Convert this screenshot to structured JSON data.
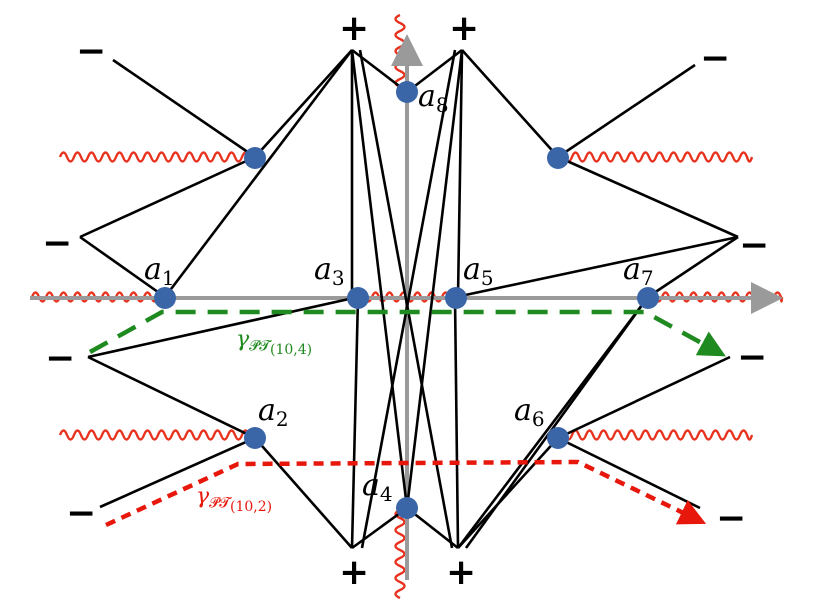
{
  "branch_points": [
    {
      "name": "a",
      "sub": "1"
    },
    {
      "name": "a",
      "sub": "2"
    },
    {
      "name": "a",
      "sub": "3"
    },
    {
      "name": "a",
      "sub": "4"
    },
    {
      "name": "a",
      "sub": "5"
    },
    {
      "name": "a",
      "sub": "6"
    },
    {
      "name": "a",
      "sub": "7"
    },
    {
      "name": "a",
      "sub": "8"
    }
  ],
  "signs": {
    "plus": "+",
    "minus": "−"
  },
  "paths": {
    "green": {
      "symbol": "γ",
      "script": "𝓟𝓣",
      "sub": "(10,4)",
      "color": "#1f8a1f"
    },
    "red": {
      "symbol": "γ",
      "script": "𝓟𝓣",
      "sub": "(10,2)",
      "color": "#e8170c"
    }
  },
  "colors": {
    "branch_point": "#3a66a8",
    "branch_cut": "#e8321e",
    "axis": "#9a9a9a",
    "line": "#000000"
  }
}
